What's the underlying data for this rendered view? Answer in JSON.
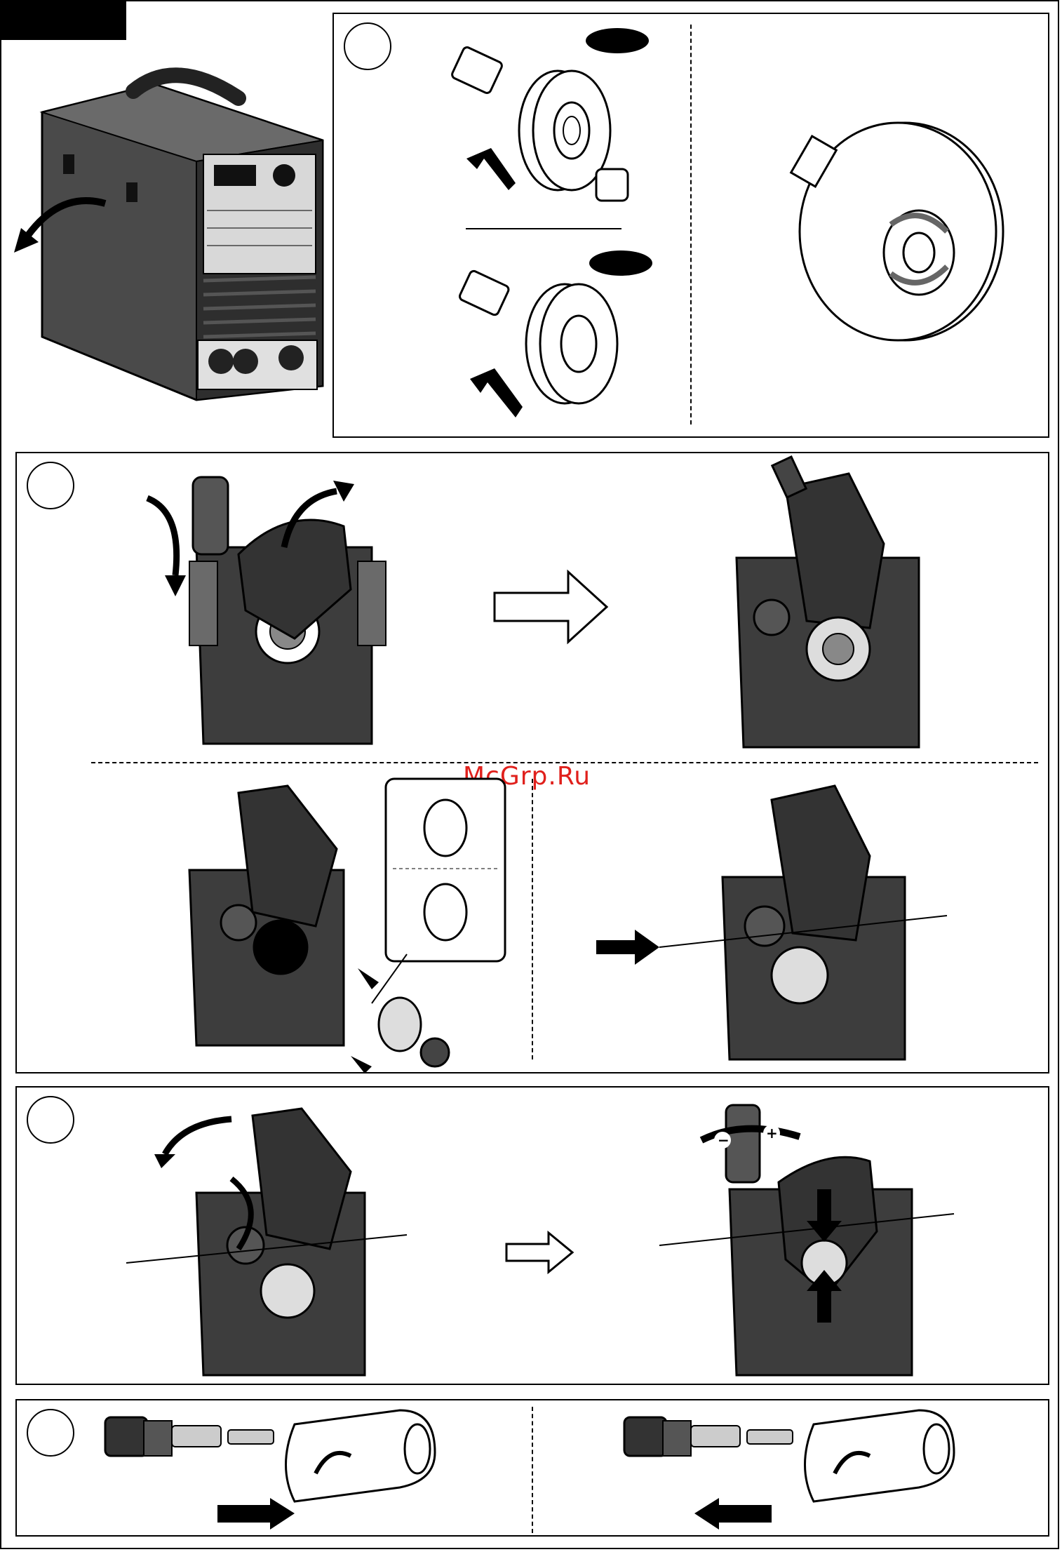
{
  "watermark": {
    "text": "McGrp.Ru"
  },
  "colors": {
    "ink": "#000000",
    "paper": "#ffffff",
    "body_dark": "#3a3a3a",
    "body_mid": "#5a5a5a",
    "watermark": "#e0201c"
  },
  "steps": [
    {
      "panel": "spool-mounting",
      "icons": [
        "spool-with-adapter",
        "spool-direct",
        "spool-brake-adjust"
      ]
    },
    {
      "panel": "roller-replacement",
      "icons": [
        "feeder-open",
        "feeder-rotated",
        "roller-swap",
        "wire-insert"
      ]
    },
    {
      "panel": "tension-setting",
      "icons": [
        "feeder-close",
        "pressure-adjust"
      ]
    },
    {
      "panel": "torch-assembly",
      "icons": [
        "nozzle-fit",
        "nozzle-remove"
      ]
    }
  ],
  "pressure_knob": {
    "minus": "−",
    "plus": "+"
  }
}
